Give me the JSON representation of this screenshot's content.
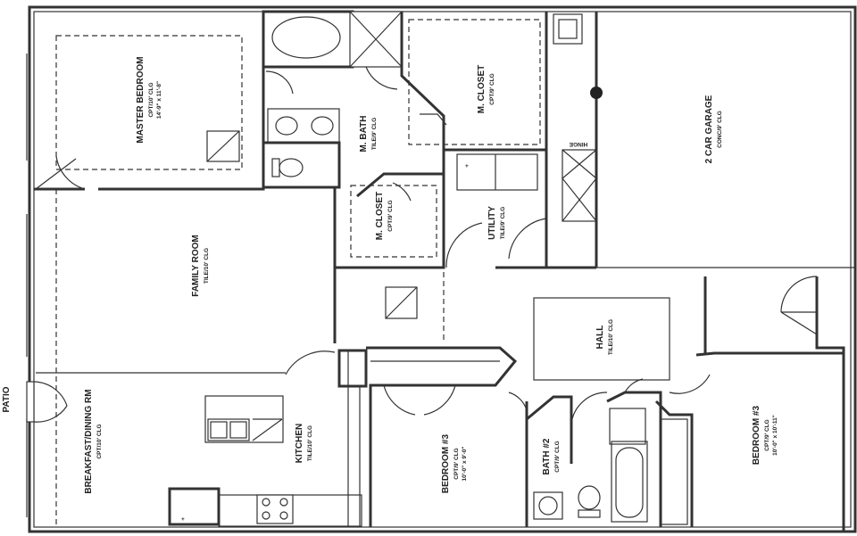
{
  "rooms": {
    "master_bedroom": {
      "name": "MASTER BEDROOM",
      "finish": "CPT/10' CLG",
      "size": "14'-9\" x 11'-8\""
    },
    "m_bath": {
      "name": "M. BATH",
      "finish": "TILE/9' CLG"
    },
    "m_closet_top": {
      "name": "M. CLOSET",
      "finish": "CPT/9' CLG"
    },
    "m_closet_mid": {
      "name": "M. CLOSET",
      "finish": "CPT/9' CLG"
    },
    "garage": {
      "name": "2 CAR GARAGE",
      "finish": "CONC/9' CLG",
      "hinge": "HINGE"
    },
    "utility": {
      "name": "UTILITY",
      "finish": "TILE/9' CLG"
    },
    "family_room": {
      "name": "FAMILY ROOM",
      "finish": "TILE/10' CLG"
    },
    "hall": {
      "name": "HALL",
      "finish": "TILE/10' CLG"
    },
    "patio": {
      "name": "PATIO"
    },
    "breakfast": {
      "name": "BREAKFAST/DINING RM",
      "finish": "CPT/10' CLG"
    },
    "kitchen": {
      "name": "KITCHEN",
      "finish": "TILE/10' CLG"
    },
    "bedroom_left": {
      "name": "BEDROOM #3",
      "finish": "CPT/9' CLG",
      "size": "10'-0\" x 9'-0\""
    },
    "bath2": {
      "name": "BATH #2",
      "finish": "CPT/9' CLG"
    },
    "bedroom_right": {
      "name": "BEDROOM #3",
      "finish": "CPT/9' CLG",
      "size": "10'-0\" x 10'-11\""
    }
  }
}
